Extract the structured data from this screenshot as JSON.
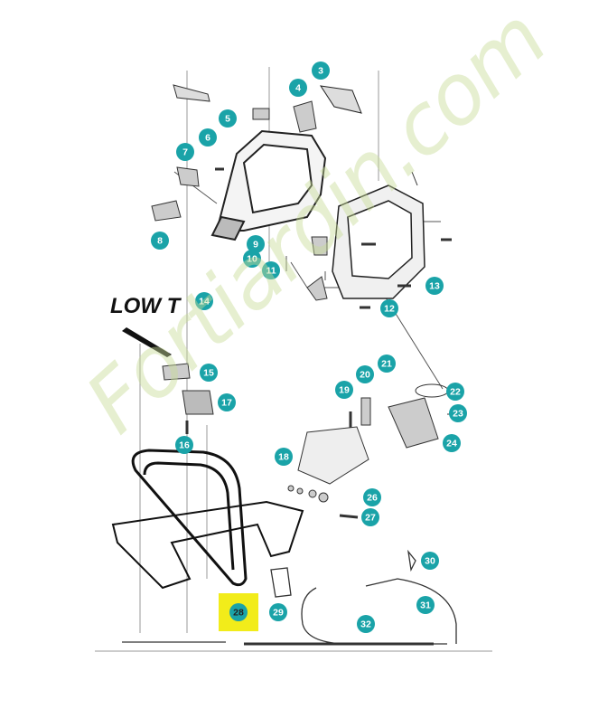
{
  "diagram": {
    "brand_logo_text": "LOW T",
    "watermark_text": "Fortiardin.com",
    "colors": {
      "callout_fill": "#1aa3a8",
      "callout_text": "#ffffff",
      "highlight_fill": "#f2ec1a",
      "highlight_text": "#222222",
      "line": "#555555",
      "watermark": "#c8dc96"
    },
    "parts": [
      {
        "id": "p3",
        "label": "3",
        "highlight": false
      },
      {
        "id": "p4",
        "label": "4",
        "highlight": false
      },
      {
        "id": "p5",
        "label": "5",
        "highlight": false
      },
      {
        "id": "p6",
        "label": "6",
        "highlight": false
      },
      {
        "id": "p7",
        "label": "7",
        "highlight": false
      },
      {
        "id": "p8",
        "label": "8",
        "highlight": false
      },
      {
        "id": "p9",
        "label": "9",
        "highlight": false
      },
      {
        "id": "p10",
        "label": "10",
        "highlight": false
      },
      {
        "id": "p11",
        "label": "11",
        "highlight": false
      },
      {
        "id": "p12",
        "label": "12",
        "highlight": false
      },
      {
        "id": "p13",
        "label": "13",
        "highlight": false
      },
      {
        "id": "p14",
        "label": "14",
        "highlight": false
      },
      {
        "id": "p15",
        "label": "15",
        "highlight": false
      },
      {
        "id": "p16",
        "label": "16",
        "highlight": false
      },
      {
        "id": "p17",
        "label": "17",
        "highlight": false
      },
      {
        "id": "p18",
        "label": "18",
        "highlight": false
      },
      {
        "id": "p19",
        "label": "19",
        "highlight": false
      },
      {
        "id": "p20",
        "label": "20",
        "highlight": false
      },
      {
        "id": "p21",
        "label": "21",
        "highlight": false
      },
      {
        "id": "p22",
        "label": "22",
        "highlight": false
      },
      {
        "id": "p23",
        "label": "23",
        "highlight": false
      },
      {
        "id": "p24",
        "label": "24",
        "highlight": false
      },
      {
        "id": "p26",
        "label": "26",
        "highlight": false
      },
      {
        "id": "p27",
        "label": "27",
        "highlight": false
      },
      {
        "id": "p28",
        "label": "28",
        "highlight": true
      },
      {
        "id": "p29",
        "label": "29",
        "highlight": false
      },
      {
        "id": "p30",
        "label": "30",
        "highlight": false
      },
      {
        "id": "p31",
        "label": "31",
        "highlight": false
      },
      {
        "id": "p32",
        "label": "32",
        "highlight": false
      }
    ]
  }
}
